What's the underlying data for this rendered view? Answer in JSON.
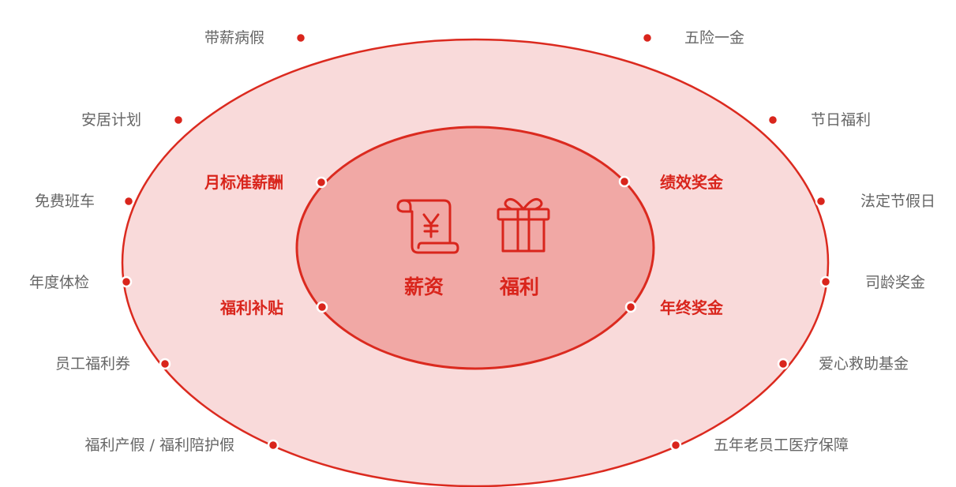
{
  "colors": {
    "outer_fill": "#f9dada",
    "inner_fill": "#f1a8a5",
    "stroke": "#db2a1f",
    "dot": "#d9251c",
    "outer_text": "#666666",
    "accent_text": "#d9251c"
  },
  "center": {
    "salary": {
      "label": "薪资",
      "icon": "receipt-yen-icon"
    },
    "benefits": {
      "label": "福利",
      "icon": "gift-box-icon"
    }
  },
  "inner_items": {
    "left": [
      "月标准薪酬",
      "福利补贴"
    ],
    "right": [
      "绩效奖金",
      "年终奖金"
    ]
  },
  "outer_items": {
    "left": [
      "带薪病假",
      "安居计划",
      "免费班车",
      "年度体检",
      "员工福利券",
      "福利产假 / 福利陪护假"
    ],
    "right": [
      "五险一金",
      "节日福利",
      "法定节假日",
      "司龄奖金",
      "爱心救助基金",
      "五年老员工医疗保障"
    ]
  }
}
